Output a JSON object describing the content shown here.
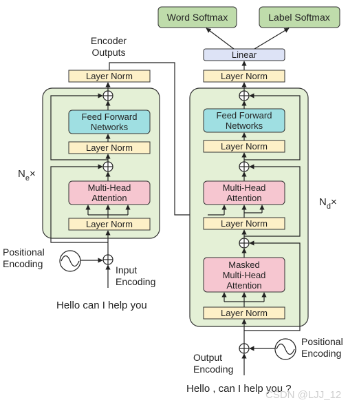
{
  "encoder": {
    "outputs_line1": "Encoder",
    "outputs_line2": "Outputs",
    "top_norm": "Layer Norm",
    "ffn_line1": "Feed Forward",
    "ffn_line2": "Networks",
    "ffn_norm": "Layer Norm",
    "mha_line1": "Multi-Head",
    "mha_line2": "Attention",
    "mha_norm": "Layer Norm",
    "repeat_base": "N",
    "repeat_sub": "e",
    "repeat_suffix": "×",
    "pos_enc_line1": "Positional",
    "pos_enc_line2": "Encoding",
    "input_enc_line1": "Input",
    "input_enc_line2": "Encoding",
    "input_text": "Hello  can I help you"
  },
  "decoder": {
    "word_softmax": "Word Softmax",
    "label_softmax": "Label Softmax",
    "linear": "Linear",
    "top_norm": "Layer Norm",
    "ffn_line1": "Feed Forward",
    "ffn_line2": "Networks",
    "ffn_norm": "Layer Norm",
    "cross_line1": "Multi-Head",
    "cross_line2": "Attention",
    "cross_norm": "Layer Norm",
    "masked_line1": "Masked",
    "masked_line2": "Multi-Head",
    "masked_line3": "Attention",
    "masked_norm": "Layer Norm",
    "repeat_base": "N",
    "repeat_sub": "d",
    "repeat_suffix": "×",
    "pos_enc_line1": "Positional",
    "pos_enc_line2": "Encoding",
    "output_enc_line1": "Output",
    "output_enc_line2": "Encoding",
    "output_text": "Hello ,  can I help you ?"
  },
  "watermark": "CSDN @LJJ_12",
  "colors": {
    "block_bg": "#e4f0d6",
    "norm": "#fdf0c7",
    "ffn": "#9fdfe2",
    "attention": "#f6c6d0",
    "softmax": "#bfdcab",
    "linear": "#dde3f6",
    "line": "#222222"
  }
}
